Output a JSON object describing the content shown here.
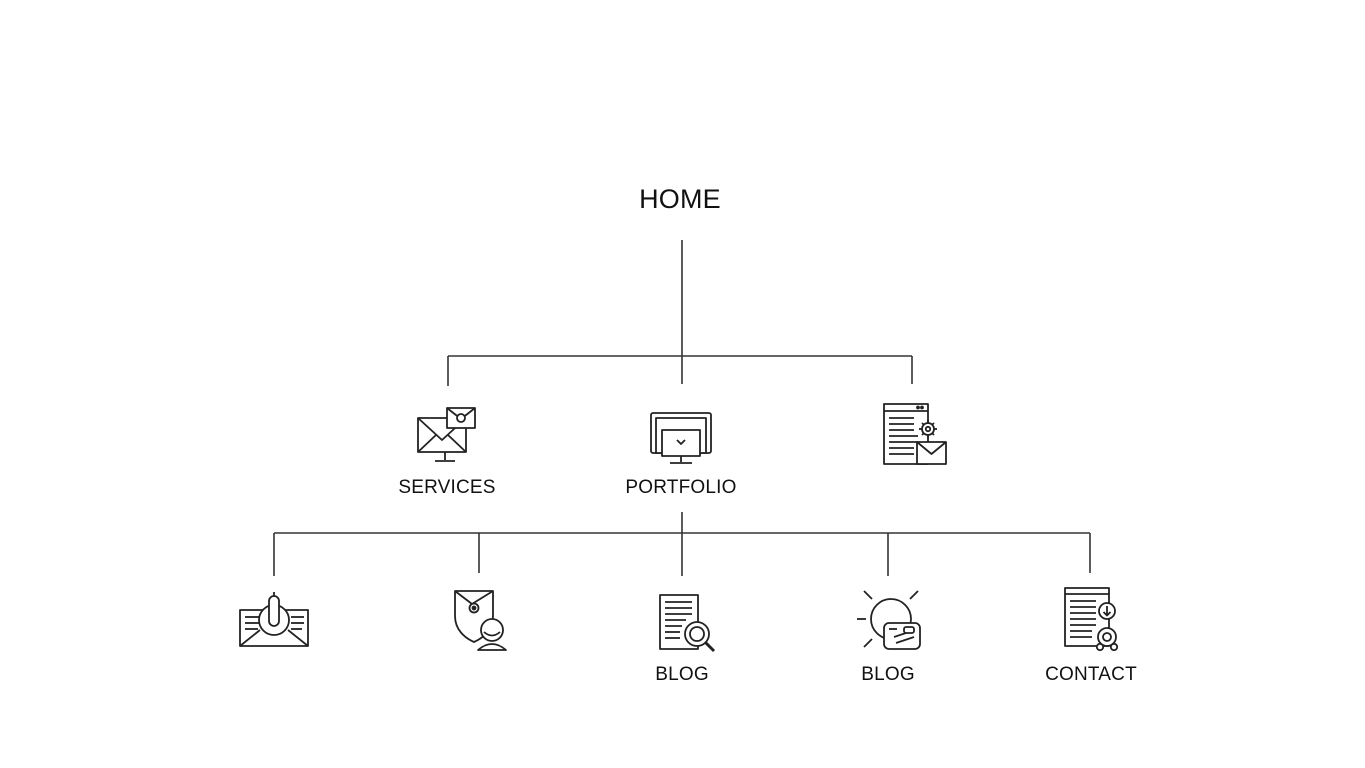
{
  "diagram": {
    "root": {
      "label": "HOME"
    },
    "level1": [
      {
        "label": "SERVICES",
        "icon": "envelope-monitor-icon"
      },
      {
        "label": "PORTFOLIO",
        "icon": "monitor-stack-icon"
      },
      {
        "label": "",
        "icon": "document-gear-envelope-icon"
      }
    ],
    "level2": [
      {
        "label": "",
        "icon": "envelope-pointer-icon"
      },
      {
        "label": "",
        "icon": "shield-user-icon"
      },
      {
        "label": "BLOG",
        "icon": "document-search-icon"
      },
      {
        "label": "BLOG",
        "icon": "sun-card-icon"
      },
      {
        "label": "CONTACT",
        "icon": "document-badge-icon"
      }
    ]
  },
  "colors": {
    "line": "#333333",
    "text": "#111111",
    "background": "#ffffff"
  }
}
